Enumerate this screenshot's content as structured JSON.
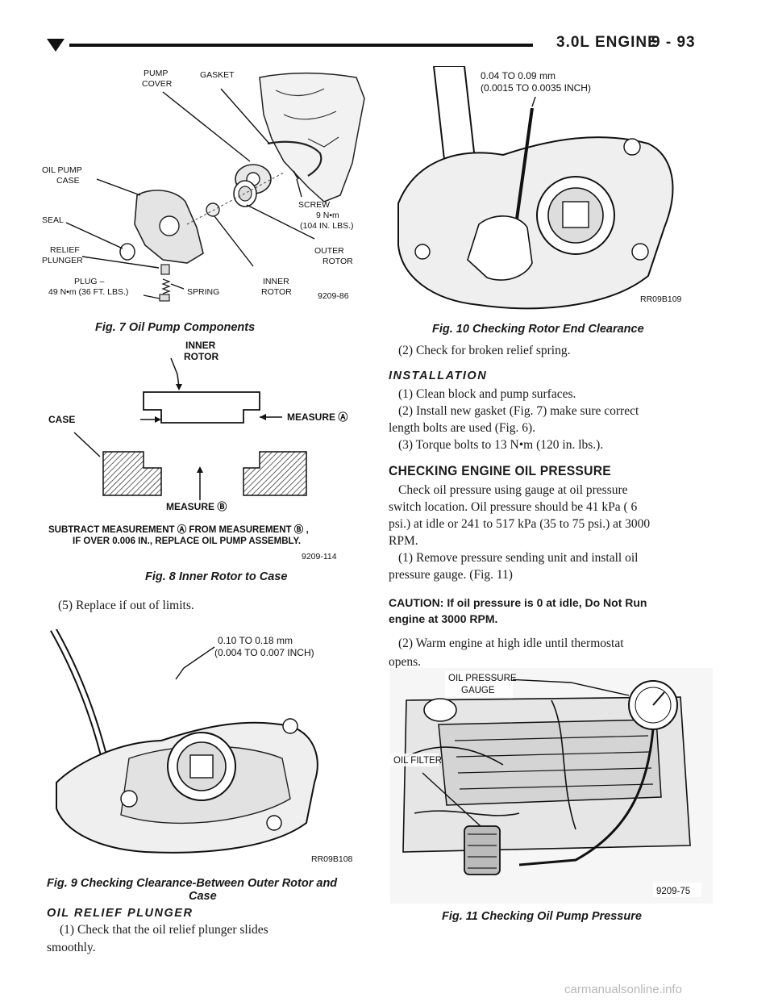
{
  "header": {
    "section_title": "3.0L ENGINE",
    "page_number": "9 - 93"
  },
  "fig7": {
    "labels": {
      "pump_cover": [
        "PUMP",
        "COVER"
      ],
      "gasket": "GASKET",
      "oil_pump_case": [
        "OIL PUMP",
        "CASE"
      ],
      "seal": "SEAL",
      "relief_plunger": [
        "RELIEF",
        "PLUNGER"
      ],
      "plug": [
        "PLUG –",
        "49 N•m (36 FT. LBS.)"
      ],
      "spring": "SPRING",
      "inner_rotor": [
        "INNER",
        "ROTOR"
      ],
      "outer_rotor": [
        "OUTER",
        "ROTOR"
      ],
      "screw": [
        "SCREW",
        "9 N•m",
        "(104 IN. LBS.)"
      ],
      "code": "9209-86"
    },
    "caption": "Fig. 7 Oil Pump Components"
  },
  "fig8": {
    "labels": {
      "inner_rotor": [
        "INNER",
        "ROTOR"
      ],
      "case": "CASE",
      "measure_a": "MEASURE Ⓐ",
      "measure_b": "MEASURE Ⓑ",
      "note_line1": "SUBTRACT MEASUREMENT Ⓐ FROM MEASUREMENT Ⓑ ,",
      "note_line2": "IF OVER 0.006 IN., REPLACE OIL PUMP ASSEMBLY.",
      "code": "9209-114"
    },
    "caption": "Fig. 8 Inner Rotor to Case"
  },
  "left_text": {
    "step5": "(5) Replace if out of limits."
  },
  "fig9": {
    "labels": {
      "spec_line1": "0.10 TO 0.18 mm",
      "spec_line2": "(0.004 TO 0.007 INCH)",
      "code": "RR09B108"
    },
    "caption_line1": "Fig. 9 Checking Clearance-Between Outer Rotor and",
    "caption_line2": "Case"
  },
  "oil_relief": {
    "heading": "OIL RELIEF PLUNGER",
    "step1_line1": "(1) Check that the oil relief plunger slides",
    "step1_line2": "smoothly."
  },
  "fig10": {
    "labels": {
      "spec_line1": "0.04 TO 0.09 mm",
      "spec_line2": "(0.0015 TO 0.0035 INCH)",
      "code": "RR09B109"
    },
    "caption": "Fig. 10 Checking Rotor End Clearance"
  },
  "right_text": {
    "step2": "(2) Check for broken relief spring.",
    "installation_heading": "INSTALLATION",
    "inst1": "(1) Clean block and pump surfaces.",
    "inst2_line1": "(2) Install new gasket (Fig. 7) make sure correct",
    "inst2_line2": "length bolts are used (Fig. 6).",
    "inst3": "(3) Torque bolts to 13 N•m (120 in. lbs.).",
    "pressure_heading": "CHECKING ENGINE OIL PRESSURE",
    "para_line1": "Check oil pressure using gauge at oil pressure",
    "para_line2": "switch location. Oil pressure should be 41 kPa ( 6",
    "para_line3": "psi.) at idle or 241 to 517 kPa (35 to 75 psi.) at 3000",
    "para_line4": "RPM.",
    "p1_line1": "(1) Remove pressure sending unit and install oil",
    "p1_line2": "pressure gauge. (Fig. 11)",
    "caution_line1": "CAUTION: If oil pressure is 0 at idle, Do Not Run",
    "caution_line2": "engine at 3000 RPM.",
    "p2_line1": "(2) Warm engine at high idle until thermostat",
    "p2_line2": "opens."
  },
  "fig11": {
    "labels": {
      "gauge": [
        "OIL PRESSURE",
        "GAUGE"
      ],
      "filter": "OIL FILTER",
      "code": "9209-75"
    },
    "caption": "Fig. 11 Checking Oil Pump Pressure"
  },
  "footer": {
    "watermark": "carmanualsonline.info"
  }
}
